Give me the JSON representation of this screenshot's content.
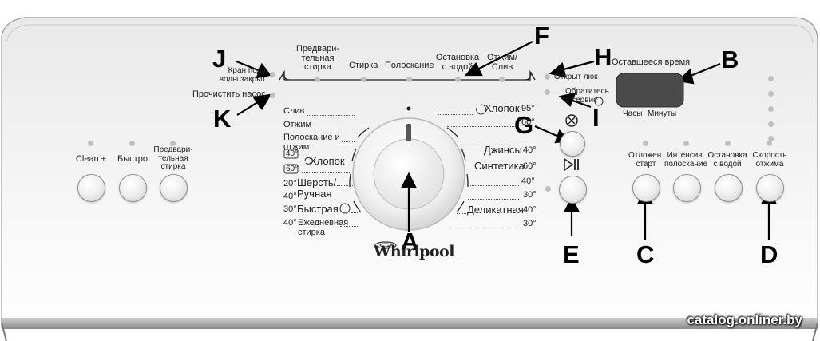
{
  "phases": {
    "prewash": "Предвари-\nтельная\nстирка",
    "wash": "Стирка",
    "rinse": "Полоскание",
    "rinse_hold": "Остановка\nс водой",
    "spin_drain": "Отжим/\nСлив"
  },
  "left_indicators": {
    "tap_closed": "Кран пода\nводы закрыт",
    "clean_pump": "Прочистить насос"
  },
  "right_indicators": {
    "door_open": "Открыт люк",
    "call_service": "Обратитесь\nв сервис"
  },
  "display": {
    "title": "Оставшееся время",
    "hours": "Часы",
    "minutes": "Минуты"
  },
  "programs_left": [
    {
      "name": "Слив",
      "temp": ""
    },
    {
      "name": "Отжим",
      "temp": ""
    },
    {
      "name": "Полоскание и\nотжим",
      "temp": ""
    },
    {
      "name": "Хлопок",
      "temp": "40°"
    },
    {
      "name": "",
      "temp": "60°"
    },
    {
      "name": "Шерсть/\nРучная",
      "temp": "20°"
    },
    {
      "name": "",
      "temp": "40°"
    },
    {
      "name": "Быстрая",
      "temp": "30°"
    },
    {
      "name": "Ежедневная\nстирка",
      "temp": "40°"
    }
  ],
  "programs_right": [
    {
      "name": "Хлопок",
      "temp": "95°"
    },
    {
      "name": "",
      "temp": "60°"
    },
    {
      "name": "Джинсы",
      "temp": "40°"
    },
    {
      "name": "Синтетика",
      "temp": "60°"
    },
    {
      "name": "",
      "temp": "40°"
    },
    {
      "name": "",
      "temp": "30°"
    },
    {
      "name": "Деликатная",
      "temp": "40°"
    },
    {
      "name": "",
      "temp": "30°"
    }
  ],
  "left_buttons": [
    "Clean +",
    "Быстро",
    "Предвари-\nтельная\nстирка"
  ],
  "right_buttons": [
    "Отложен.\nстарт",
    "Интенсив.\nполоскание",
    "Остановка\nс водой",
    "Скорость\nотжима"
  ],
  "brand": "Whirlpool",
  "callouts": [
    "A",
    "B",
    "C",
    "D",
    "E",
    "F",
    "G",
    "H",
    "I",
    "J",
    "K"
  ],
  "watermark": "catalog.onliner.by",
  "icons": {
    "cancel": "cancel-x-icon",
    "start_pause": "play-pause-icon",
    "quick": "quick-clock-icon",
    "service": "wrench-icon"
  }
}
